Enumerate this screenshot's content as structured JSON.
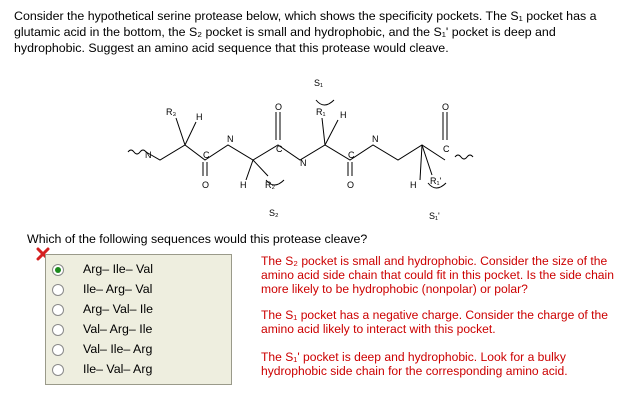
{
  "intro": {
    "line1": "Consider the hypothetical serine protease below, which shows the specificity pockets. The S₁ pocket has a",
    "line2": "glutamic acid in the bottom, the S₂ pocket is small and hydrophobic, and the S₁' pocket is deep and",
    "line3": "hydrophobic. Suggest an amino acid sequence that this protease would cleave."
  },
  "diagram": {
    "s1": "S₁",
    "s2": "S₂",
    "s1p": "S₁'",
    "r1": "R₁",
    "r2": "R₂",
    "r3": "R₃",
    "r1p": "R₁'",
    "h": "H",
    "n": "N",
    "c": "C",
    "o": "O"
  },
  "question": "Which of the following sequences would this protease cleave?",
  "options": [
    {
      "label": "Arg– Ile– Val",
      "selected": true
    },
    {
      "label": "Ile– Arg– Val",
      "selected": false
    },
    {
      "label": "Arg– Val– Ile",
      "selected": false
    },
    {
      "label": "Val– Arg– Ile",
      "selected": false
    },
    {
      "label": "Val– Ile– Arg",
      "selected": false
    },
    {
      "label": "Ile– Val– Arg",
      "selected": false
    }
  ],
  "hints": [
    "The S₂ pocket is small and hydrophobic. Consider the size of the amino acid side chain that could fit in this pocket. Is the side chain more likely to be hydrophobic (nonpolar) or polar?",
    "The S₁ pocket has a negative charge. Consider the charge of the amino acid likely to interact with this pocket.",
    "The S₁' pocket is deep and hydrophobic. Look for a bulky hydrophobic side chain for the corresponding amino acid."
  ],
  "colors": {
    "hint": "#cc0000",
    "selected_radio": "#1d8a1d",
    "wrong_mark": "#d42020"
  },
  "icons": {
    "wrong": "x-mark-icon"
  }
}
